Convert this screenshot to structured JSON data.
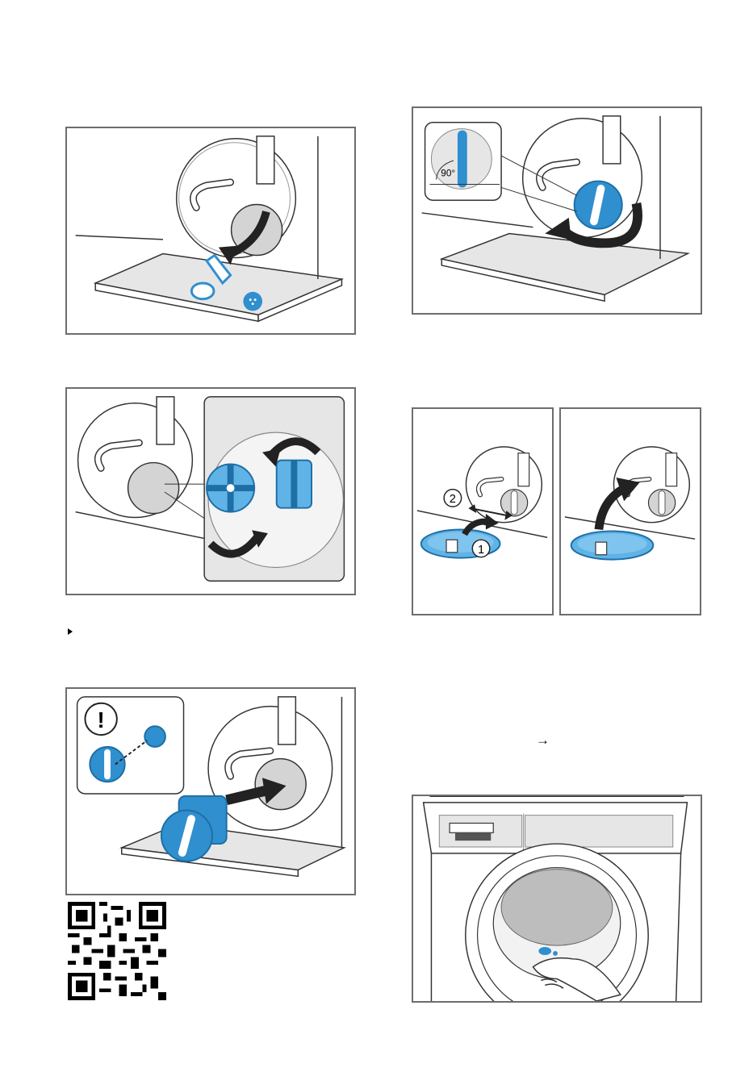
{
  "colors": {
    "accent": "#2f8fcf",
    "accent_light": "#5fb3e6",
    "frame_border": "#6d6d6d",
    "shade": "#e6e6e6",
    "outline": "#333333"
  },
  "illustrations": [
    {
      "id": "filter-cap-removal",
      "icons": [
        "magnifier-circle",
        "drain-hose",
        "curved-arrow-icon",
        "cap-parts"
      ]
    },
    {
      "id": "pump-impeller-check",
      "icons": [
        "magnifier-circle",
        "impeller",
        "rotate-arrows-icon"
      ]
    },
    {
      "id": "filter-cap-insert",
      "icons": [
        "warning-icon",
        "filter-cap",
        "straight-arrow-icon"
      ]
    },
    {
      "id": "filter-cap-rotate",
      "icons": [
        "rotate-arrow-icon",
        "angle-indicator"
      ]
    },
    {
      "id": "service-flap-close-step1",
      "icons": [
        "flap",
        "numbered-arrows"
      ]
    },
    {
      "id": "service-flap-close-step2",
      "icons": [
        "flap",
        "up-arrow-icon"
      ]
    },
    {
      "id": "door-seal-clean",
      "icons": [
        "washer-front",
        "hand"
      ]
    }
  ],
  "angle_label": "90°",
  "step_numbers": [
    "1",
    "2"
  ],
  "warning_mark": "!",
  "arrow_glyph": "→"
}
